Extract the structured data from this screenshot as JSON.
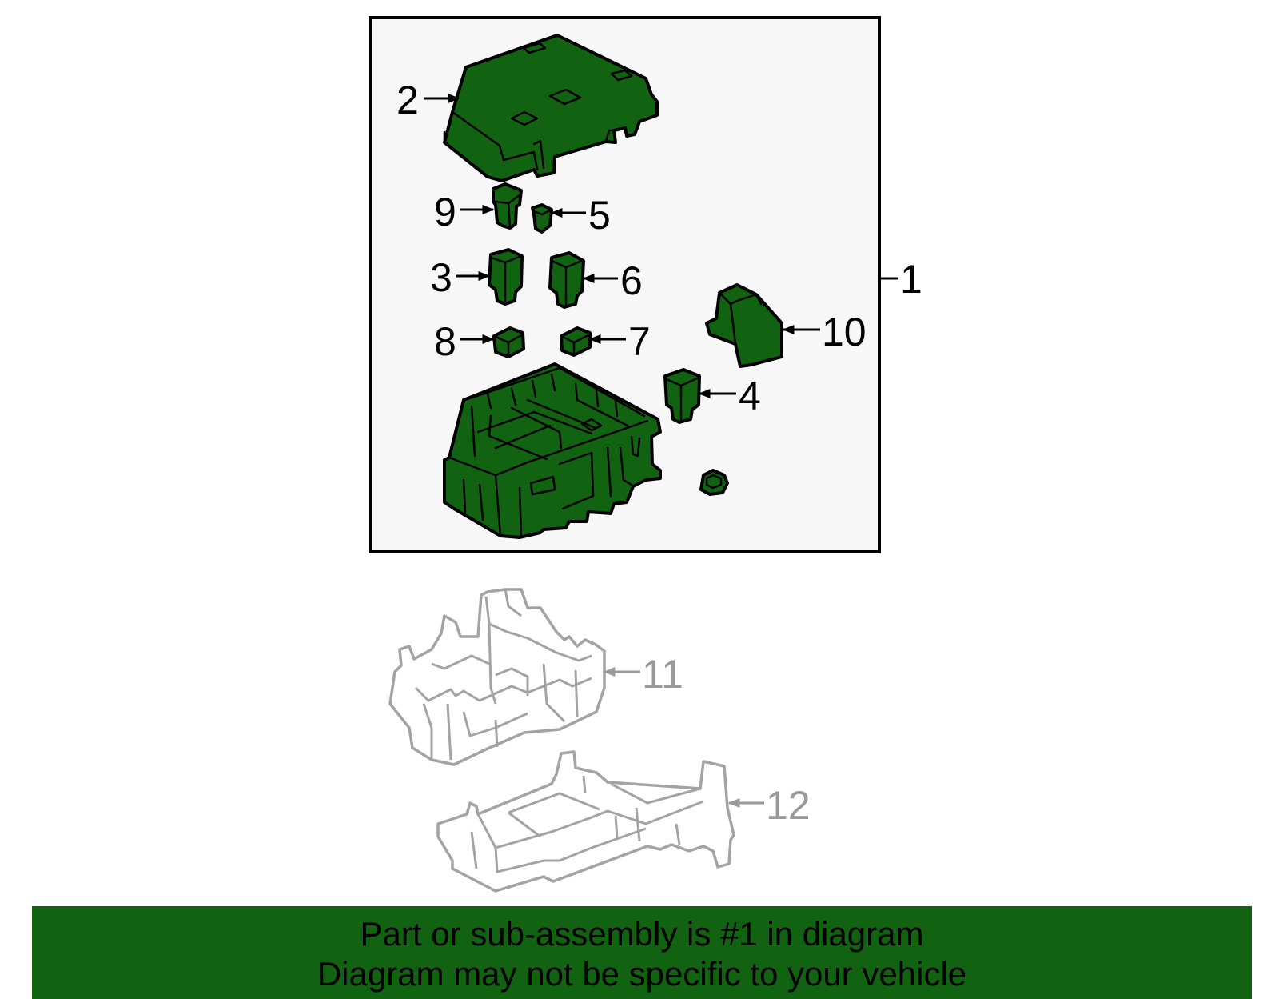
{
  "callouts": [
    {
      "id": "1",
      "label": "1"
    },
    {
      "id": "2",
      "label": "2"
    },
    {
      "id": "3",
      "label": "3"
    },
    {
      "id": "4",
      "label": "4"
    },
    {
      "id": "5",
      "label": "5"
    },
    {
      "id": "6",
      "label": "6"
    },
    {
      "id": "7",
      "label": "7"
    },
    {
      "id": "8",
      "label": "8"
    },
    {
      "id": "9",
      "label": "9"
    },
    {
      "id": "10",
      "label": "10"
    },
    {
      "id": "11",
      "label": "11"
    },
    {
      "id": "12",
      "label": "12"
    }
  ],
  "banner": {
    "line1": "Part or sub-assembly is #1 in diagram",
    "line2": "Diagram may not be specific to your vehicle"
  },
  "colors": {
    "part_green": "#116211",
    "banner_green": "#116211",
    "panel_bg": "#f7f7f7",
    "ghost_grey": "#a3a3a3"
  }
}
